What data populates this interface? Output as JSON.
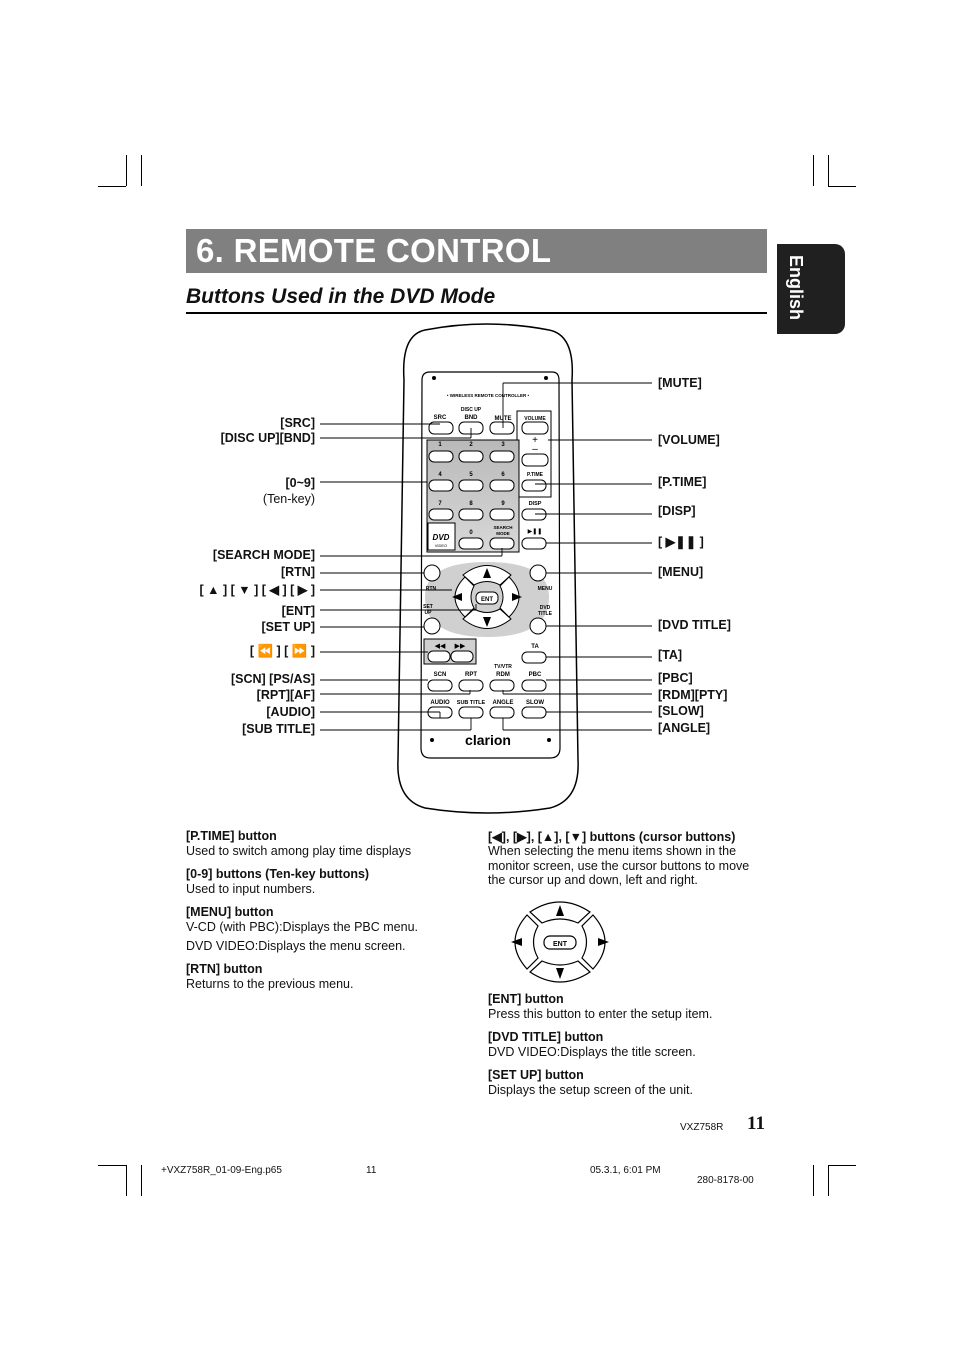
{
  "header": {
    "title": "6. REMOTE CONTROL",
    "subtitle": "Buttons Used in the DVD Mode",
    "tab": "English"
  },
  "remote": {
    "brand": "clarion",
    "caption": "• WIRELESS REMOTE CONTROLLER •",
    "keys": {
      "src": "SRC",
      "bnd": "BND",
      "disc_up": "DISC UP",
      "mute": "MUTE",
      "volume": "VOLUME",
      "n1": "1",
      "n2": "2",
      "n3": "3",
      "n4": "4",
      "n5": "5",
      "n6": "6",
      "n7": "7",
      "n8": "8",
      "n9": "9",
      "n0": "0",
      "ptime": "P.TIME",
      "disp": "DISP",
      "search": "SEARCH MODE",
      "play": "▶❚❚",
      "rtn": "RTN",
      "menu": "MENU",
      "setup": "SET UP",
      "dvdtitle": "DVD TITLE",
      "ent": "ENT",
      "ta": "TA",
      "scn": "SCN",
      "rpt": "RPT",
      "rdm": "RDM",
      "tvvtr": "TV/VTR",
      "pbc": "PBC",
      "audio": "AUDIO",
      "subtitle": "SUB TITLE",
      "angle": "ANGLE",
      "slow": "SLOW",
      "dvd": "DVD",
      "video": "VIDEO"
    }
  },
  "callouts_left": [
    {
      "text": "[SRC]"
    },
    {
      "text": "[DISC UP][BND]"
    },
    {
      "text": "[0~9]",
      "note": "(Ten-key)"
    },
    {
      "text": "[SEARCH MODE]"
    },
    {
      "text": "[RTN]"
    },
    {
      "text": "[ ▲ ] [ ▼ ] [ ◀ ] [ ▶ ]"
    },
    {
      "text": "[ENT]"
    },
    {
      "text": "[SET UP]"
    },
    {
      "text": "[ ⏪ ] [ ⏩ ]"
    },
    {
      "text": "[SCN] [PS/AS]"
    },
    {
      "text": "[RPT][AF]"
    },
    {
      "text": "[AUDIO]"
    },
    {
      "text": "[SUB TITLE]"
    }
  ],
  "callouts_right": [
    {
      "text": "[MUTE]"
    },
    {
      "text": "[VOLUME]"
    },
    {
      "text": "[P.TIME]"
    },
    {
      "text": "[DISP]"
    },
    {
      "text": "[ ▶❚❚ ]"
    },
    {
      "text": "[MENU]"
    },
    {
      "text": "[DVD TITLE]"
    },
    {
      "text": "[TA]"
    },
    {
      "text": "[PBC]"
    },
    {
      "text": "[RDM][PTY]"
    },
    {
      "text": "[SLOW]"
    },
    {
      "text": "[ANGLE]"
    }
  ],
  "descriptions_left": [
    {
      "heading": "[P.TIME] button",
      "lines": [
        "Used to switch among play time displays"
      ]
    },
    {
      "heading": "[0-9] buttons (Ten-key buttons)",
      "lines": [
        "Used to input numbers."
      ]
    },
    {
      "heading": "[MENU] button",
      "lines": [
        "V-CD (with PBC):Displays the PBC menu.",
        "DVD VIDEO:Displays the menu screen."
      ]
    },
    {
      "heading": "[RTN] button",
      "lines": [
        "Returns to the previous menu."
      ]
    }
  ],
  "descriptions_right": [
    {
      "heading": "[◀], [▶], [▲], [▼] buttons (cursor buttons)",
      "lines": [
        "When selecting the menu items shown in the",
        "monitor screen, use the cursor buttons to move",
        "the cursor up and down, left and right."
      ]
    },
    {
      "heading": "[ENT] button",
      "lines": [
        "Press this button to enter the setup item."
      ]
    },
    {
      "heading": "[DVD TITLE] button",
      "lines": [
        "DVD VIDEO:Displays the title screen."
      ]
    },
    {
      "heading": "[SET UP] button",
      "lines": [
        "Displays the setup screen of the unit."
      ]
    }
  ],
  "cursor_pad": {
    "ent": "ENT"
  },
  "footer": {
    "model": "VXZ758R",
    "page": "11",
    "file": "+VXZ758R_01-09-Eng.p65",
    "file_page": "11",
    "datetime": "05.3.1, 6:01 PM",
    "part": "280-8178-00"
  }
}
